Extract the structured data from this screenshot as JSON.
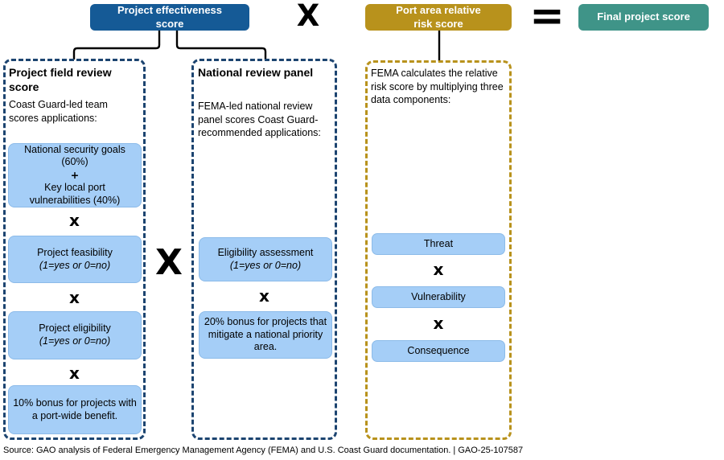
{
  "formula": {
    "effectiveness": "Project effectiveness score",
    "times": "X",
    "risk": "Port area relative risk score",
    "equals": "=",
    "final": "Final project score"
  },
  "operators": {
    "small_x": "x",
    "big_x": "X"
  },
  "field_review": {
    "title": "Project field review score",
    "intro": "Coast Guard-led team scores applications:",
    "box1": {
      "line1": "National security goals (60%)",
      "plus": "+",
      "line2": "Key local port vulnerabilities (40%)"
    },
    "box2": {
      "main": "Project feasibility",
      "note": "(1=yes or 0=no)"
    },
    "box3": {
      "main": "Project eligibility",
      "note": "(1=yes or 0=no)"
    },
    "box4": "10% bonus for projects with a port-wide benefit."
  },
  "national_panel": {
    "title": "National review panel",
    "intro": "FEMA-led national review panel scores Coast Guard-recommended applications:",
    "box1": {
      "main": "Eligibility assessment",
      "note": "(1=yes or 0=no)"
    },
    "box2": "20% bonus for projects that mitigate a national priority area."
  },
  "relative_risk": {
    "intro": "FEMA calculates the relative risk score by multiplying three data components:",
    "box1": "Threat",
    "box2": "Vulnerability",
    "box3": "Consequence"
  },
  "colors": {
    "dark_blue": "#155a96",
    "gold": "#b8921c",
    "teal": "#3f9488",
    "light_blue": "#a5cef7",
    "dashed_navy": "#1c4470"
  },
  "source_note": "Source: GAO analysis of Federal Emergency Management Agency (FEMA) and U.S. Coast Guard documentation.  |  GAO-25-107587"
}
